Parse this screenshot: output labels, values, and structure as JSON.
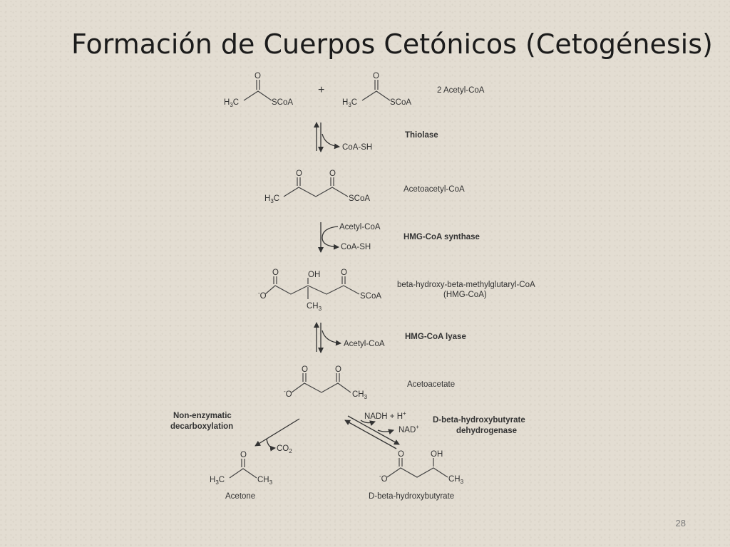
{
  "slide": {
    "title": "Formación de Cuerpos Cetónicos (Cetogénesis)",
    "page_number": "28"
  },
  "pathway": {
    "reactant_label": "2 Acetyl-CoA",
    "plus_sign": "+",
    "step1": {
      "enzyme": "Thiolase",
      "cofactor_out": "CoA-SH"
    },
    "intermediate1": "Acetoacetyl-CoA",
    "step2": {
      "enzyme": "HMG-CoA synthase",
      "cofactor_in": "Acetyl-CoA",
      "cofactor_out": "CoA-SH"
    },
    "intermediate2_line1": "beta-hydroxy-beta-methylglutaryl-CoA",
    "intermediate2_line2": "(HMG-CoA)",
    "step3": {
      "enzyme": "HMG-CoA lyase",
      "cofactor_out": "Acetyl-CoA"
    },
    "intermediate3": "Acetoacetate",
    "branch_left": {
      "label_line1": "Non-enzymatic",
      "label_line2": "decarboxylation",
      "byproduct": "CO",
      "byproduct_sub": "2",
      "product": "Acetone"
    },
    "branch_right": {
      "enzyme_line1": "D-beta-hydroxybutyrate",
      "enzyme_line2": "dehydrogenase",
      "cofactor_in": "NADH + H",
      "cofactor_in_sup": "+",
      "cofactor_out": "NAD",
      "cofactor_out_sup": "+",
      "product": "D-beta-hydroxybutyrate"
    }
  },
  "atoms": {
    "o": "O",
    "oh": "OH",
    "scoa": "SCoA",
    "h": "H",
    "c": "C",
    "ch": "CH",
    "three": "3",
    "o_minus": "O",
    "minus": "-"
  }
}
